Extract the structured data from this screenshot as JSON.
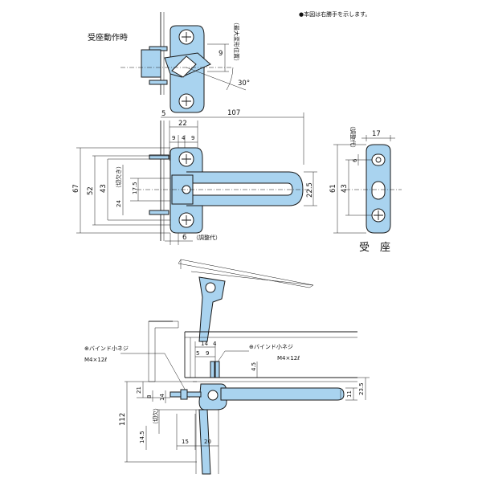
{
  "notes": {
    "top_note": "●本図は右勝手を示します。",
    "receiver_active": "受座動作時",
    "receiver_title": "受　座",
    "screw_left_name": "⊕バインド小ネジ",
    "screw_left_size": "M4×12ℓ",
    "screw_right_name": "⊕バインド小ネジ",
    "screw_right_size": "M4×12ℓ",
    "adjust_label": "（調整代）",
    "notch_label": "（切欠き）",
    "notch_label2": "（切欠）",
    "side_note": "（最大変形位置）"
  },
  "dims_top": {
    "d9": "9",
    "d30": "30°",
    "d5": "5",
    "d107": "107",
    "d22": "22",
    "d9a": "9",
    "d4": "4",
    "d9b": "9",
    "d67": "67",
    "d52": "52",
    "d43": "43",
    "d24": "24",
    "d17_5": "17.5",
    "d22_5": "22.5",
    "d6": "6"
  },
  "dims_receiver": {
    "d17": "17",
    "d6": "6",
    "d61": "61",
    "d43": "43"
  },
  "dims_bottom": {
    "d14": "14",
    "d4": "4",
    "d5": "5",
    "d9": "9",
    "d4_5": "4.5",
    "d21": "21",
    "d8": "8",
    "d14b": "14",
    "d112": "112",
    "d14_5": "14.5",
    "d15": "15",
    "d20": "20",
    "d11": "11",
    "d23_5": "23.5"
  }
}
